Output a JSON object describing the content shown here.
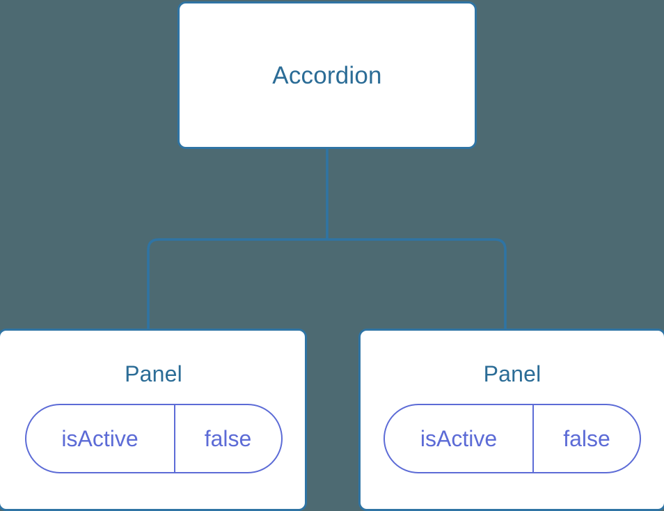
{
  "diagram": {
    "type": "component-tree",
    "background_color": "#4d6a72",
    "node_border_color": "#2f74a4",
    "node_fill_color": "#ffffff",
    "node_text_color": "#2b6c96",
    "state_accent_color": "#5c6bd6",
    "edge_color": "#2f74a4",
    "root": {
      "label": "Accordion"
    },
    "children": [
      {
        "label": "Panel",
        "state": {
          "key": "isActive",
          "value": "false"
        }
      },
      {
        "label": "Panel",
        "state": {
          "key": "isActive",
          "value": "false"
        }
      }
    ]
  }
}
